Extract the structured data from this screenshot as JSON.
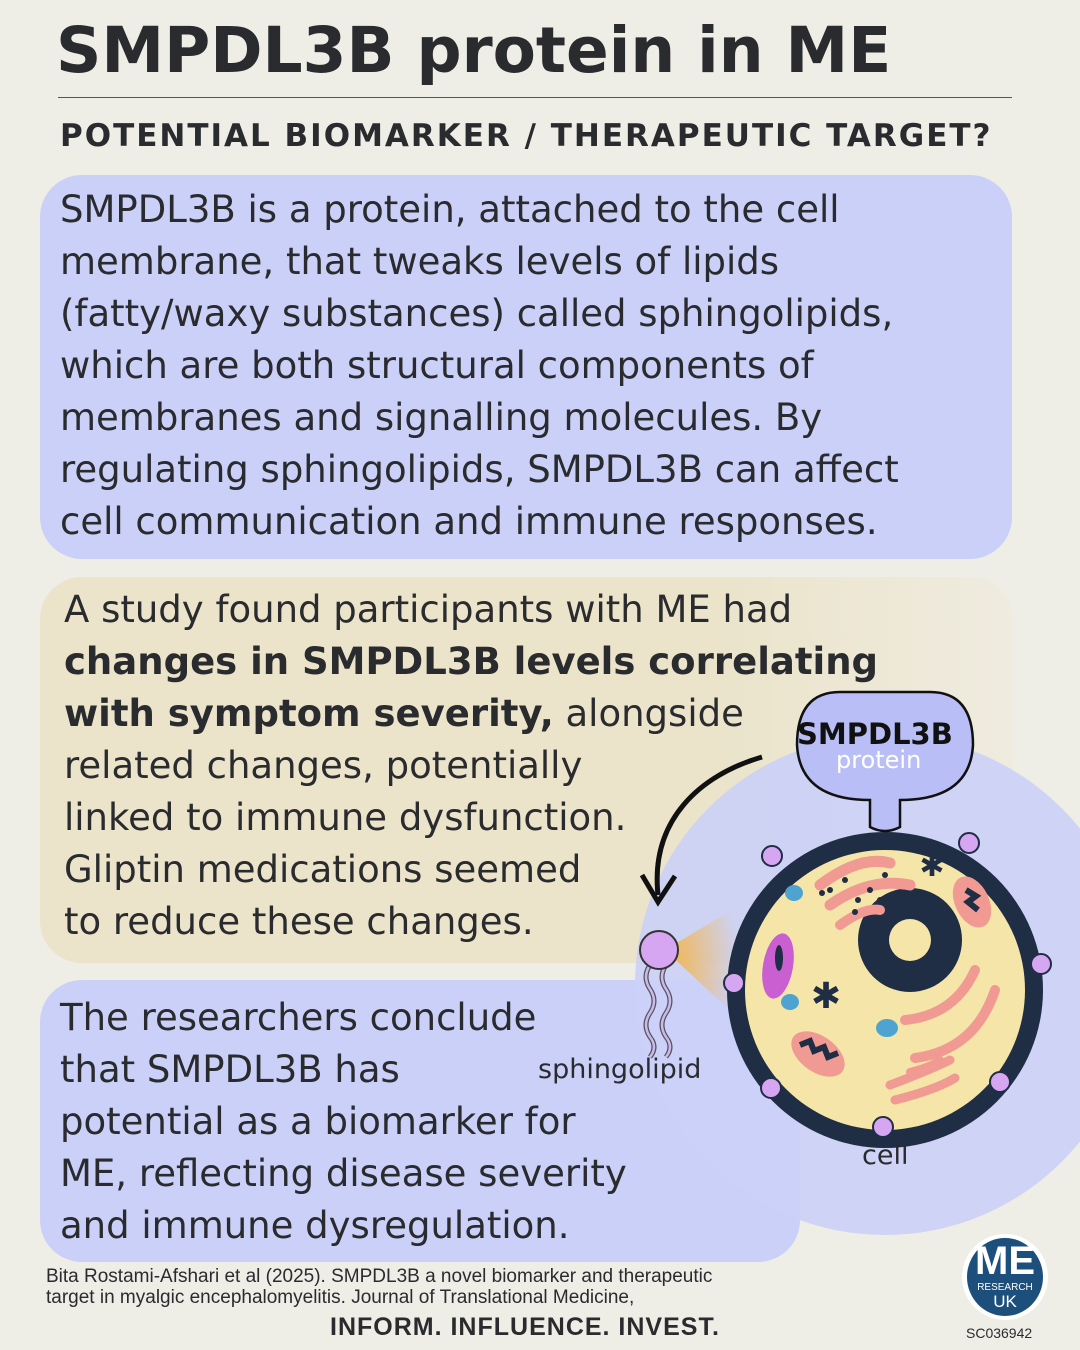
{
  "header": {
    "title": "SMPDL3B protein in ME",
    "subtitle": "POTENTIAL BIOMARKER / THERAPEUTIC TARGET?"
  },
  "section1": {
    "lines": [
      "SMPDL3B is a protein, attached to the cell",
      "membrane, that tweaks levels of lipids",
      "(fatty/waxy substances) called sphingolipids,",
      "which are both structural components of",
      "membranes and signalling molecules. By",
      "regulating sphingolipids, SMPDL3B can affect",
      "cell communication and immune responses."
    ]
  },
  "section2": {
    "line1": "A study found participants with ME had",
    "bold1": "changes in SMPDL3B levels correlating",
    "bold2": "with symptom severity,",
    "rest2": " alongside",
    "line4": "related changes, potentially",
    "line5": "linked to immune dysfunction.",
    "line6": "Gliptin medications seemed",
    "line7": "to reduce these changes."
  },
  "section3": {
    "lines": [
      "The researchers conclude",
      "that SMPDL3B has",
      "potential as a biomarker for",
      "ME, reflecting disease severity",
      "and immune dysregulation."
    ]
  },
  "illustration": {
    "protein_name": "SMPDL3B",
    "protein_sub": "protein",
    "sphingolipid_label": "sphingolipid",
    "cell_label": "cell"
  },
  "footer": {
    "citation_line1": "Bita Rostami-Afshari et al (2025). SMPDL3B a novel biomarker and therapeutic",
    "citation_line2": "target in myalgic encephalomyelitis. Journal of Translational Medicine,",
    "slogan": "INFORM. INFLUENCE. INVEST.",
    "logo_me": "ME",
    "logo_research": "RESEARCH",
    "logo_uk": "UK",
    "charity_number": "SC036942"
  },
  "colors": {
    "background": "#eeede6",
    "blue_panel": "#cbd0f8",
    "tan_panel": "#ebe4cb",
    "cell_membrane": "#1f2d45",
    "cytoplasm": "#f6e5a8",
    "organelle_pink": "#f09a93",
    "dot_purple": "#d9a6f0"
  }
}
